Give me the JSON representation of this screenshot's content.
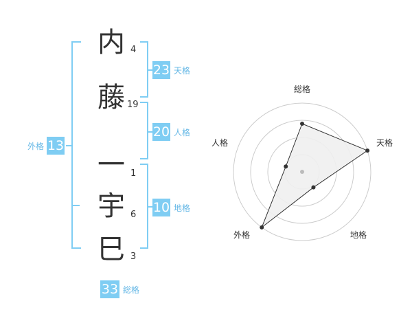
{
  "name": {
    "chars": [
      {
        "char": "内",
        "strokes": "4"
      },
      {
        "char": "藤",
        "strokes": "19"
      },
      {
        "char": "一",
        "strokes": "1"
      },
      {
        "char": "宇",
        "strokes": "6"
      },
      {
        "char": "巳",
        "strokes": "3"
      }
    ]
  },
  "fortune": {
    "tenkaku": {
      "value": "23",
      "label": "天格"
    },
    "jinkaku": {
      "value": "20",
      "label": "人格"
    },
    "chikaku": {
      "value": "10",
      "label": "地格"
    },
    "gaikaku": {
      "value": "13",
      "label": "外格"
    },
    "soukaku": {
      "value": "33",
      "label": "総格"
    }
  },
  "chart_data": {
    "type": "radar",
    "axes": [
      "総格",
      "天格",
      "地格",
      "外格",
      "人格"
    ],
    "values": [
      0.7,
      1.0,
      0.28,
      1.0,
      0.25
    ],
    "range": [
      0,
      1
    ],
    "rings": 4,
    "colors": {
      "grid": "#cccccc",
      "fill": "#f0f0f0",
      "line": "#333333",
      "center": "#bbbbbb"
    }
  }
}
